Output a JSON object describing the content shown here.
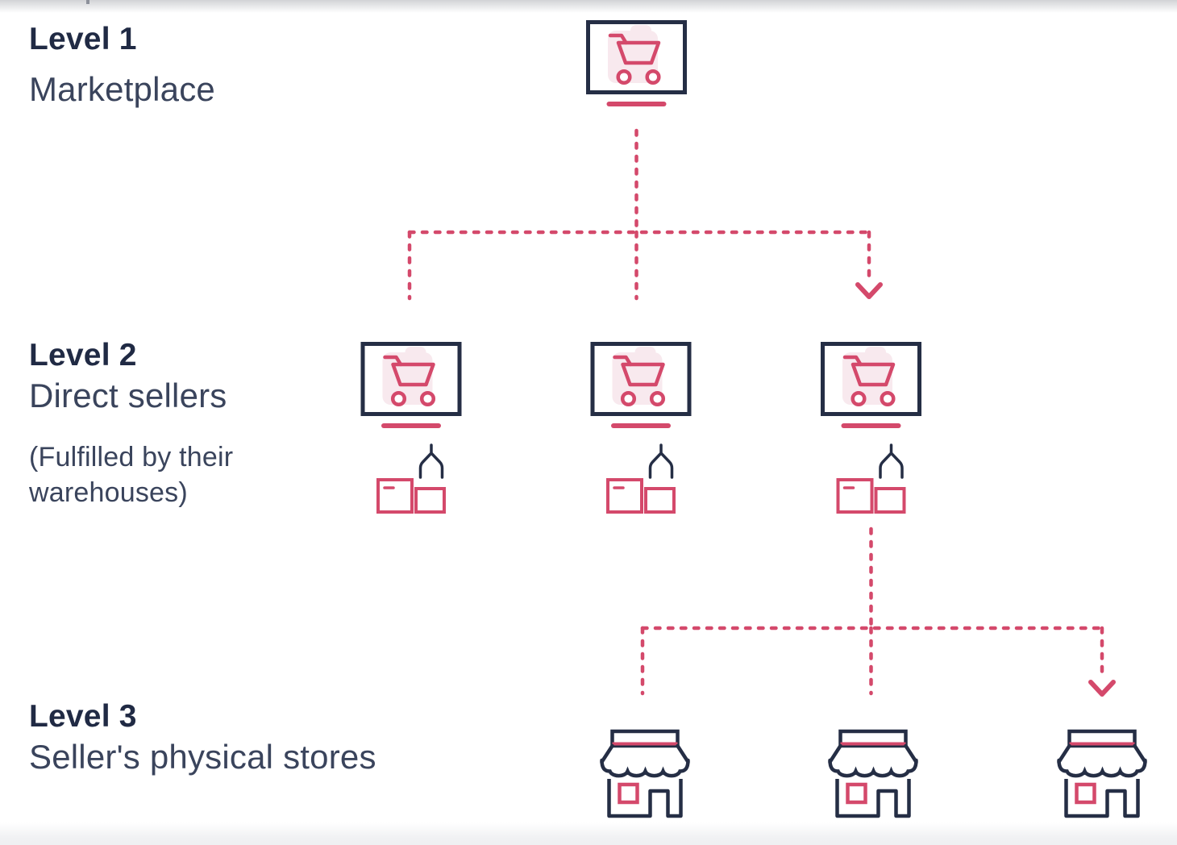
{
  "diagram": {
    "levels": [
      {
        "title": "Level 1",
        "subtitle": "Marketplace",
        "note": ""
      },
      {
        "title": "Level 2",
        "subtitle": "Direct sellers",
        "note": "(Fulfilled by their warehouses)"
      },
      {
        "title": "Level 3",
        "subtitle": "Seller's physical stores",
        "note": ""
      }
    ],
    "nodes": {
      "level1": [
        "marketplace"
      ],
      "level2": [
        "direct-seller-1",
        "direct-seller-2",
        "direct-seller-3"
      ],
      "level3": [
        "physical-store-1",
        "physical-store-2",
        "physical-store-3"
      ]
    },
    "edges": [
      {
        "from": "marketplace",
        "to": "direct-seller-1",
        "style": "dashed"
      },
      {
        "from": "marketplace",
        "to": "direct-seller-2",
        "style": "dashed"
      },
      {
        "from": "marketplace",
        "to": "direct-seller-3",
        "style": "dashed-arrow"
      },
      {
        "from": "direct-seller-3",
        "to": "physical-store-1",
        "style": "dashed"
      },
      {
        "from": "direct-seller-3",
        "to": "physical-store-2",
        "style": "dashed"
      },
      {
        "from": "direct-seller-3",
        "to": "physical-store-3",
        "style": "dashed-arrow"
      }
    ],
    "icons": {
      "level1": "monitor-shopping-cart-icon",
      "level2": [
        "monitor-shopping-cart-icon",
        "claw-hook-icon",
        "warehouse-boxes-icon"
      ],
      "level3": "storefront-awning-icon"
    },
    "colors": {
      "navy": "#252e45",
      "pink": "#d4496b",
      "pale_pink": "#f8e9ee",
      "title_text": "#202a44",
      "body_text": "#3a445c"
    }
  }
}
